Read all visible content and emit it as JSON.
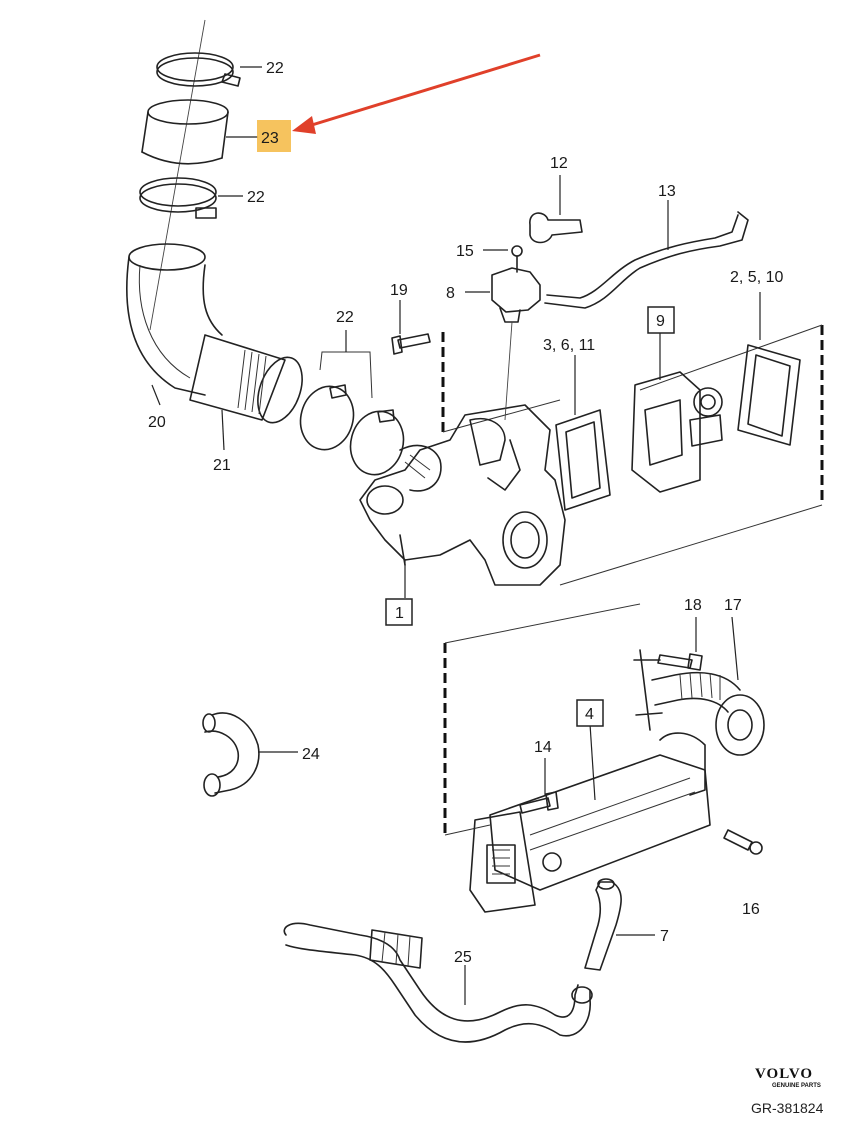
{
  "callouts": {
    "c22a": "22",
    "c23": "23",
    "c22b": "22",
    "c12": "12",
    "c13": "13",
    "c15": "15",
    "c8": "8",
    "c19": "19",
    "c22c": "22",
    "c3611": "3, 6, 11",
    "c9": "9",
    "c2510": "2, 5, 10",
    "c20": "20",
    "c21": "21",
    "c1": "1",
    "c18": "18",
    "c17": "17",
    "c4": "4",
    "c24": "24",
    "c14": "14",
    "c16": "16",
    "c7": "7",
    "c25": "25"
  },
  "highlight": {
    "part": "23",
    "color": "#f5b942",
    "arrow_color": "#e0402a"
  },
  "brand": {
    "name": "VOLVO",
    "tagline": "GENUINE PARTS"
  },
  "reference": "GR-381824"
}
